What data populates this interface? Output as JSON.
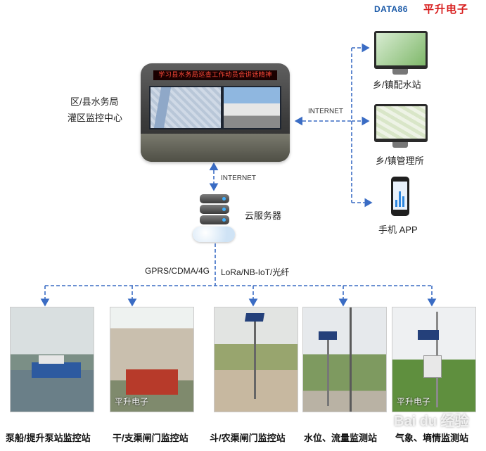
{
  "brand": {
    "name": "DATA86",
    "name_cn": "平升电子"
  },
  "center": {
    "label_line1": "区/县水务局",
    "label_line2": "灌区监控中心",
    "led_text": "学习县水务局巡查工作动员会讲话精神"
  },
  "links": {
    "internet_top": "INTERNET",
    "internet_right": "INTERNET",
    "network_left": "GPRS/CDMA/4G",
    "network_right": "LoRa/NB-IoT/光纤"
  },
  "cloud": {
    "label": "云服务器"
  },
  "clients": [
    {
      "label": "乡/镇配水站",
      "icon": "desktop-monitor-icon"
    },
    {
      "label": "乡/镇管理所",
      "icon": "desktop-map-icon"
    },
    {
      "label": "手机 APP",
      "icon": "smartphone-icon"
    }
  ],
  "stations": [
    {
      "label": "泵船/提升泵站监控站",
      "watermark": ""
    },
    {
      "label": "干/支渠闸门监控站",
      "watermark": "平升电子"
    },
    {
      "label": "斗/农渠闸门监控站",
      "watermark": ""
    },
    {
      "label": "水位、流量监测站",
      "watermark": ""
    },
    {
      "label": "气象、墒情监测站",
      "watermark": "平升电子"
    }
  ],
  "watermark": {
    "text": "Bai du 经验"
  },
  "colors": {
    "line": "#3a6cc4",
    "brand_blue": "#1b5aa8",
    "brand_red": "#d81e1e"
  }
}
